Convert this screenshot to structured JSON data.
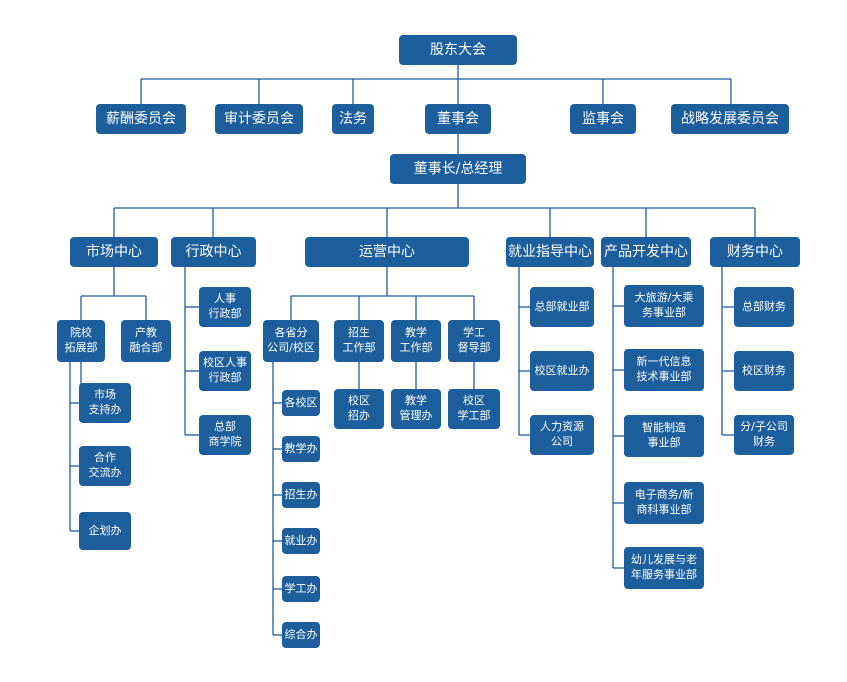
{
  "top": {
    "shareholders": "股东大会"
  },
  "committees": {
    "salary": "薪酬委员会",
    "audit": "审计委员会",
    "legal": "法务",
    "board": "董事会",
    "supervisory": "监事会",
    "strategy": "战略发展委员会"
  },
  "chairman": "董事长/总经理",
  "centers": {
    "market": "市场中心",
    "admin": "行政中心",
    "operation": "运营中心",
    "employment": "就业指导中心",
    "product": "产品开发中心",
    "finance": "财务中心"
  },
  "market": {
    "college": "院校\n拓展部",
    "industry": "产教\n融合部",
    "support": "市场\n支持办",
    "cooperation": "合作\n交流办",
    "planning": "企划办"
  },
  "admin": {
    "hr": "人事\n行政部",
    "campus_hr": "校区人事\n行政部",
    "business_school": "总部\n商学院"
  },
  "operation": {
    "branches": "各省分\n公司/校区",
    "campus_offices": [
      "各校区",
      "教学办",
      "招生办",
      "就业办",
      "学工办",
      "综合办"
    ],
    "enroll_dept": "招生\n工作部",
    "teach_dept": "教学\n工作部",
    "student_dept": "学工\n督导部",
    "campus_enroll": "校区\n招办",
    "teach_mgmt": "教学\n管理办",
    "campus_student": "校区\n学工部"
  },
  "employment": {
    "hq": "总部就业部",
    "campus": "校区就业办",
    "hr_company": "人力资源\n公司"
  },
  "product": {
    "travel": "大旅游/大乘\n务事业部",
    "it": "新一代信息\n技术事业部",
    "manufacturing": "智能制造\n事业部",
    "ecommerce": "电子商务/新\n商科事业部",
    "childcare": "幼儿发展与老\n年服务事业部"
  },
  "finance": {
    "hq": "总部财务",
    "campus": "校区财务",
    "subsidiary": "分/子公司\n财务"
  },
  "colors": {
    "box": "#1d5e9c",
    "line": "#1d5e9c",
    "text": "#ffffff"
  }
}
